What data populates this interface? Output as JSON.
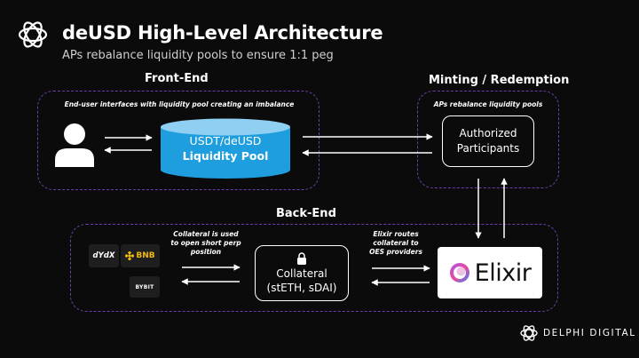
{
  "header": {
    "title": "deUSD High-Level Architecture",
    "subtitle": "APs rebalance liquidity pools to ensure 1:1 peg"
  },
  "frontend": {
    "label": "Front-End",
    "note": "End-user interfaces with liquidity pool creating an imbalance",
    "pool_line1": "USDT/deUSD",
    "pool_line2": "Liquidity Pool"
  },
  "minting": {
    "label": "Minting / Redemption",
    "note": "APs rebalance liquidity pools",
    "ap_line1": "Authorized",
    "ap_line2": "Participants"
  },
  "backend": {
    "label": "Back-End",
    "note_left": [
      "Collateral is used",
      "to open short perp",
      "position"
    ],
    "note_right": [
      "Elixir routes",
      "collateral to",
      "OES providers"
    ],
    "collateral_line1": "Collateral",
    "collateral_line2": "(stETH, sDAI)",
    "elixir_label": "Elixir"
  },
  "exchanges": {
    "dydx": "dYdX",
    "bnb": "BNB",
    "bybit": "BYBIT"
  },
  "footer": {
    "brand": "DELPHI DIGITAL"
  },
  "colors": {
    "background": "#0b0b0b",
    "dashed_border": "#6b3fa8",
    "pool_fill": "#1e9ede",
    "binance_yellow": "#f0b90b"
  },
  "icons": [
    "logo-icon",
    "user-icon",
    "lock-icon",
    "elixir-logo-icon",
    "delphi-logo-icon"
  ]
}
